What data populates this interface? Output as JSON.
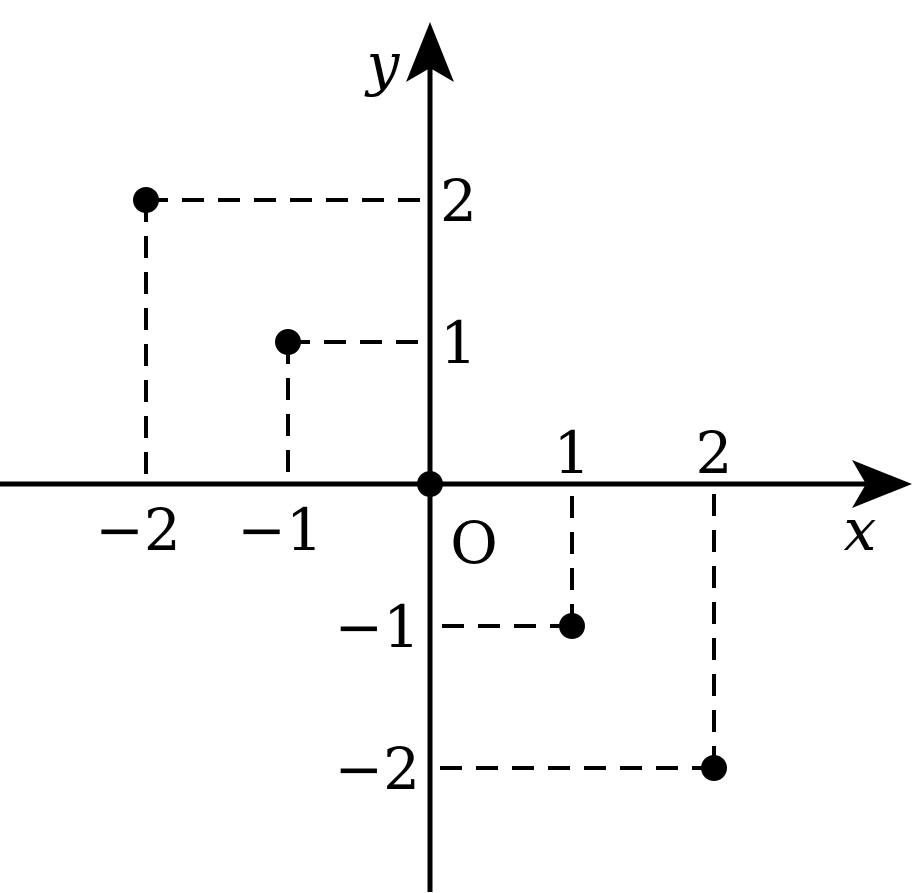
{
  "diagram": {
    "axis_labels": {
      "x": "x",
      "y": "y",
      "origin": "O"
    },
    "x_ticks": [
      {
        "value": -2,
        "label": "−2"
      },
      {
        "value": -1,
        "label": "−1"
      },
      {
        "value": 1,
        "label": "1"
      },
      {
        "value": 2,
        "label": "2"
      }
    ],
    "y_ticks": [
      {
        "value": 2,
        "label": "2"
      },
      {
        "value": 1,
        "label": "1"
      },
      {
        "value": -1,
        "label": "−1"
      },
      {
        "value": -2,
        "label": "−2"
      }
    ],
    "points": [
      {
        "x": -2,
        "y": 2
      },
      {
        "x": -1,
        "y": 1
      },
      {
        "x": 0,
        "y": 0
      },
      {
        "x": 1,
        "y": -1
      },
      {
        "x": 2,
        "y": -2
      }
    ],
    "colors": {
      "ink": "#000000",
      "background": "#ffffff"
    }
  }
}
